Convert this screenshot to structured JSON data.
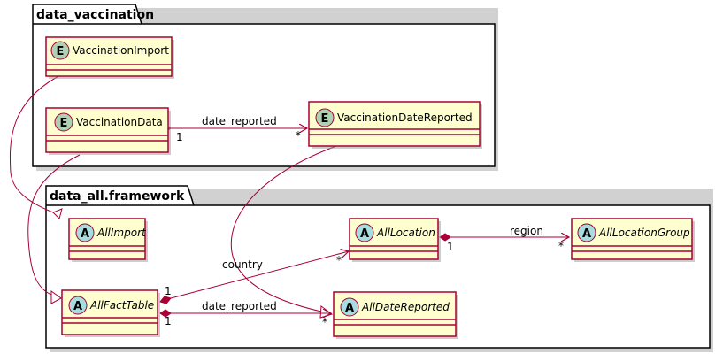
{
  "packages": {
    "vaccination": {
      "title": "data_vaccination"
    },
    "framework": {
      "title": "data_all.framework"
    }
  },
  "classes": {
    "vaccination_import": {
      "name": "VaccinationImport",
      "stereotype": "E",
      "abstract": false
    },
    "vaccination_data": {
      "name": "VaccinationData",
      "stereotype": "E",
      "abstract": false
    },
    "vaccination_date_reported": {
      "name": "VaccinationDateReported",
      "stereotype": "E",
      "abstract": false
    },
    "all_import": {
      "name": "AllImport",
      "stereotype": "A",
      "abstract": true
    },
    "all_location": {
      "name": "AllLocation",
      "stereotype": "A",
      "abstract": true
    },
    "all_location_group": {
      "name": "AllLocationGroup",
      "stereotype": "A",
      "abstract": true
    },
    "all_fact_table": {
      "name": "AllFactTable",
      "stereotype": "A",
      "abstract": true
    },
    "all_date_reported": {
      "name": "AllDateReported",
      "stereotype": "A",
      "abstract": true
    }
  },
  "edges": {
    "vd_date_reported": {
      "label": "date_reported",
      "source_mult": "1",
      "target_mult": "*"
    },
    "loc_region": {
      "label": "region",
      "source_mult": "1",
      "target_mult": "*"
    },
    "fact_country": {
      "label": "country",
      "source_mult": "1",
      "target_mult": "*"
    },
    "fact_date_reported": {
      "label": "date_reported",
      "source_mult": "1",
      "target_mult": "*"
    }
  },
  "colors": {
    "class_fill": "#FEFECE",
    "class_border": "#A80036",
    "edge": "#A80036",
    "badge_entity": "#ADD1B2",
    "badge_abstract": "#A9DCDF",
    "package_fill": "#FFFFFF",
    "package_border": "#000000",
    "shadow": "#999999"
  }
}
